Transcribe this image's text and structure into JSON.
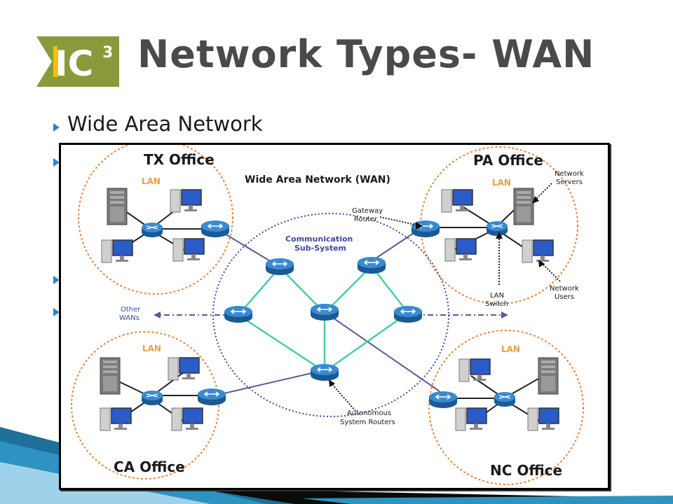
{
  "slide": {
    "title": "Network Types- WAN",
    "bullets": [
      "Wide Area Network"
    ],
    "colors": {
      "title": "#4a4a4a",
      "logo_green": "#8a9a3a",
      "bullet": "#2f84c5"
    }
  },
  "diagram": {
    "title": "Wide Area Network (WAN)",
    "offices": {
      "tx": "TX Office",
      "pa": "PA Office",
      "ca": "CA Office",
      "nc": "NC Office"
    },
    "lan_label": "LAN",
    "labels": {
      "gateway_router": [
        "Gateway",
        "Router"
      ],
      "communication": [
        "Communication",
        "Sub-System"
      ],
      "network_servers": [
        "Network",
        "Servers"
      ],
      "lan_switch": [
        "LAN",
        "Switch"
      ],
      "network_users": [
        "Network",
        "Users"
      ],
      "other_wans": [
        "Other",
        "WANs"
      ],
      "autonomous": [
        "Autonomous",
        "System Routers"
      ]
    },
    "colors": {
      "office_circle": "#e8843a",
      "lan_text": "#e8a040",
      "comm_circle": "#3a4aa0",
      "green_link": "#3ecfa0",
      "purple_link": "#5a5a9a",
      "router": "#2a7ac0",
      "monitor": "#2a5cc8"
    }
  }
}
